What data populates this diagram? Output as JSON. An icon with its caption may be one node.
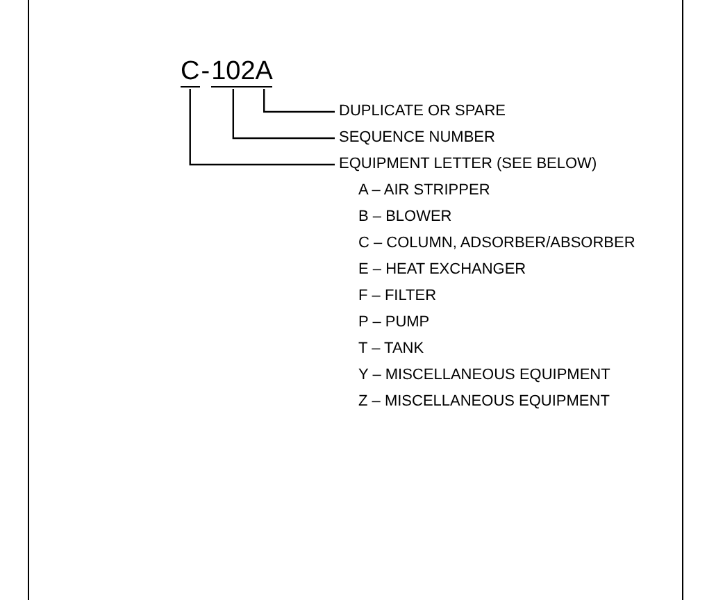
{
  "diagram": {
    "nodes": [
      {
        "text": [
          "C"
        ]
      },
      {
        "text": [
          "102"
        ]
      },
      {
        "text": [
          "A"
        ]
      },
      {
        "text": [
          "DUPLICATE OR SPARE"
        ]
      },
      {
        "text": [
          "SEQUENCE NUMBER"
        ]
      },
      {
        "text": [
          "EQUIPMENT LETTER (SEE BELOW)"
        ]
      }
    ],
    "edges": [
      {
        "from": 3,
        "to": 2,
        "arrow": "none"
      },
      {
        "from": 4,
        "to": 1,
        "arrow": "none"
      },
      {
        "from": 5,
        "to": 0,
        "arrow": "none"
      }
    ],
    "labels": [
      "-",
      "A – AIR STRIPPER",
      "B – BLOWER",
      "C – COLUMN, ADSORBER/ABSORBER",
      "E – HEAT EXCHANGER",
      "F – FILTER",
      "P – PUMP",
      "T – TANK",
      "Y – MISCELLANEOUS EQUIPMENT",
      "Z – MISCELLANEOUS EQUIPMENT"
    ]
  }
}
